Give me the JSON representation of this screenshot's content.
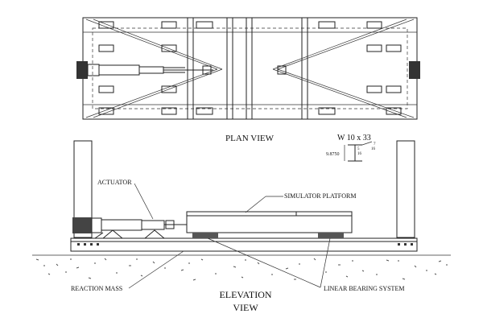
{
  "plan_view": {
    "title": "PLAN VIEW"
  },
  "elevation_view": {
    "title_line1": "ELEVATION",
    "title_line2": "VIEW"
  },
  "section": {
    "designation": "W 10 x 33",
    "depth": "9.8750",
    "web_thickness_num": "5",
    "web_thickness_den": "16",
    "flange_thickness_num": "7",
    "flange_thickness_den": "16"
  },
  "labels": {
    "actuator": "ACTUATOR",
    "simulator_platform": "SIMULATOR PLATFORM",
    "reaction_mass": "REACTION MASS",
    "linear_bearing_system": "LINEAR BEARING SYSTEM"
  }
}
